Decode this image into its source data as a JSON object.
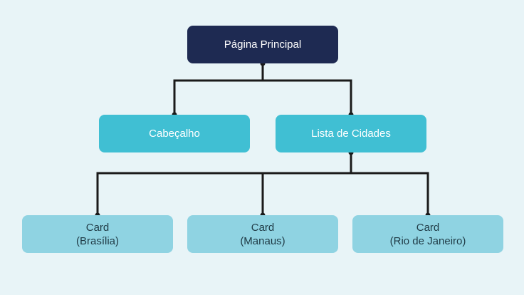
{
  "colors": {
    "background": "#e8f4f7",
    "root_fill": "#1e2a52",
    "root_text": "#ffffff",
    "mid_fill": "#40bfd3",
    "mid_text": "#ffffff",
    "leaf_fill": "#8fd3e2",
    "leaf_text": "#1f3a45",
    "connector": "#1a1a1a"
  },
  "nodes": {
    "root": {
      "label": "Página Principal"
    },
    "header": {
      "label": "Cabeçalho"
    },
    "city_list": {
      "label": "Lista de Cidades"
    },
    "card_brasilia": {
      "label": "Card\n(Brasília)"
    },
    "card_manaus": {
      "label": "Card\n(Manaus)"
    },
    "card_rio": {
      "label": "Card\n(Rio de Janeiro)"
    }
  },
  "edges": [
    {
      "from": "root",
      "to": "header"
    },
    {
      "from": "root",
      "to": "city_list"
    },
    {
      "from": "city_list",
      "to": "card_brasilia"
    },
    {
      "from": "city_list",
      "to": "card_manaus"
    },
    {
      "from": "city_list",
      "to": "card_rio"
    }
  ]
}
